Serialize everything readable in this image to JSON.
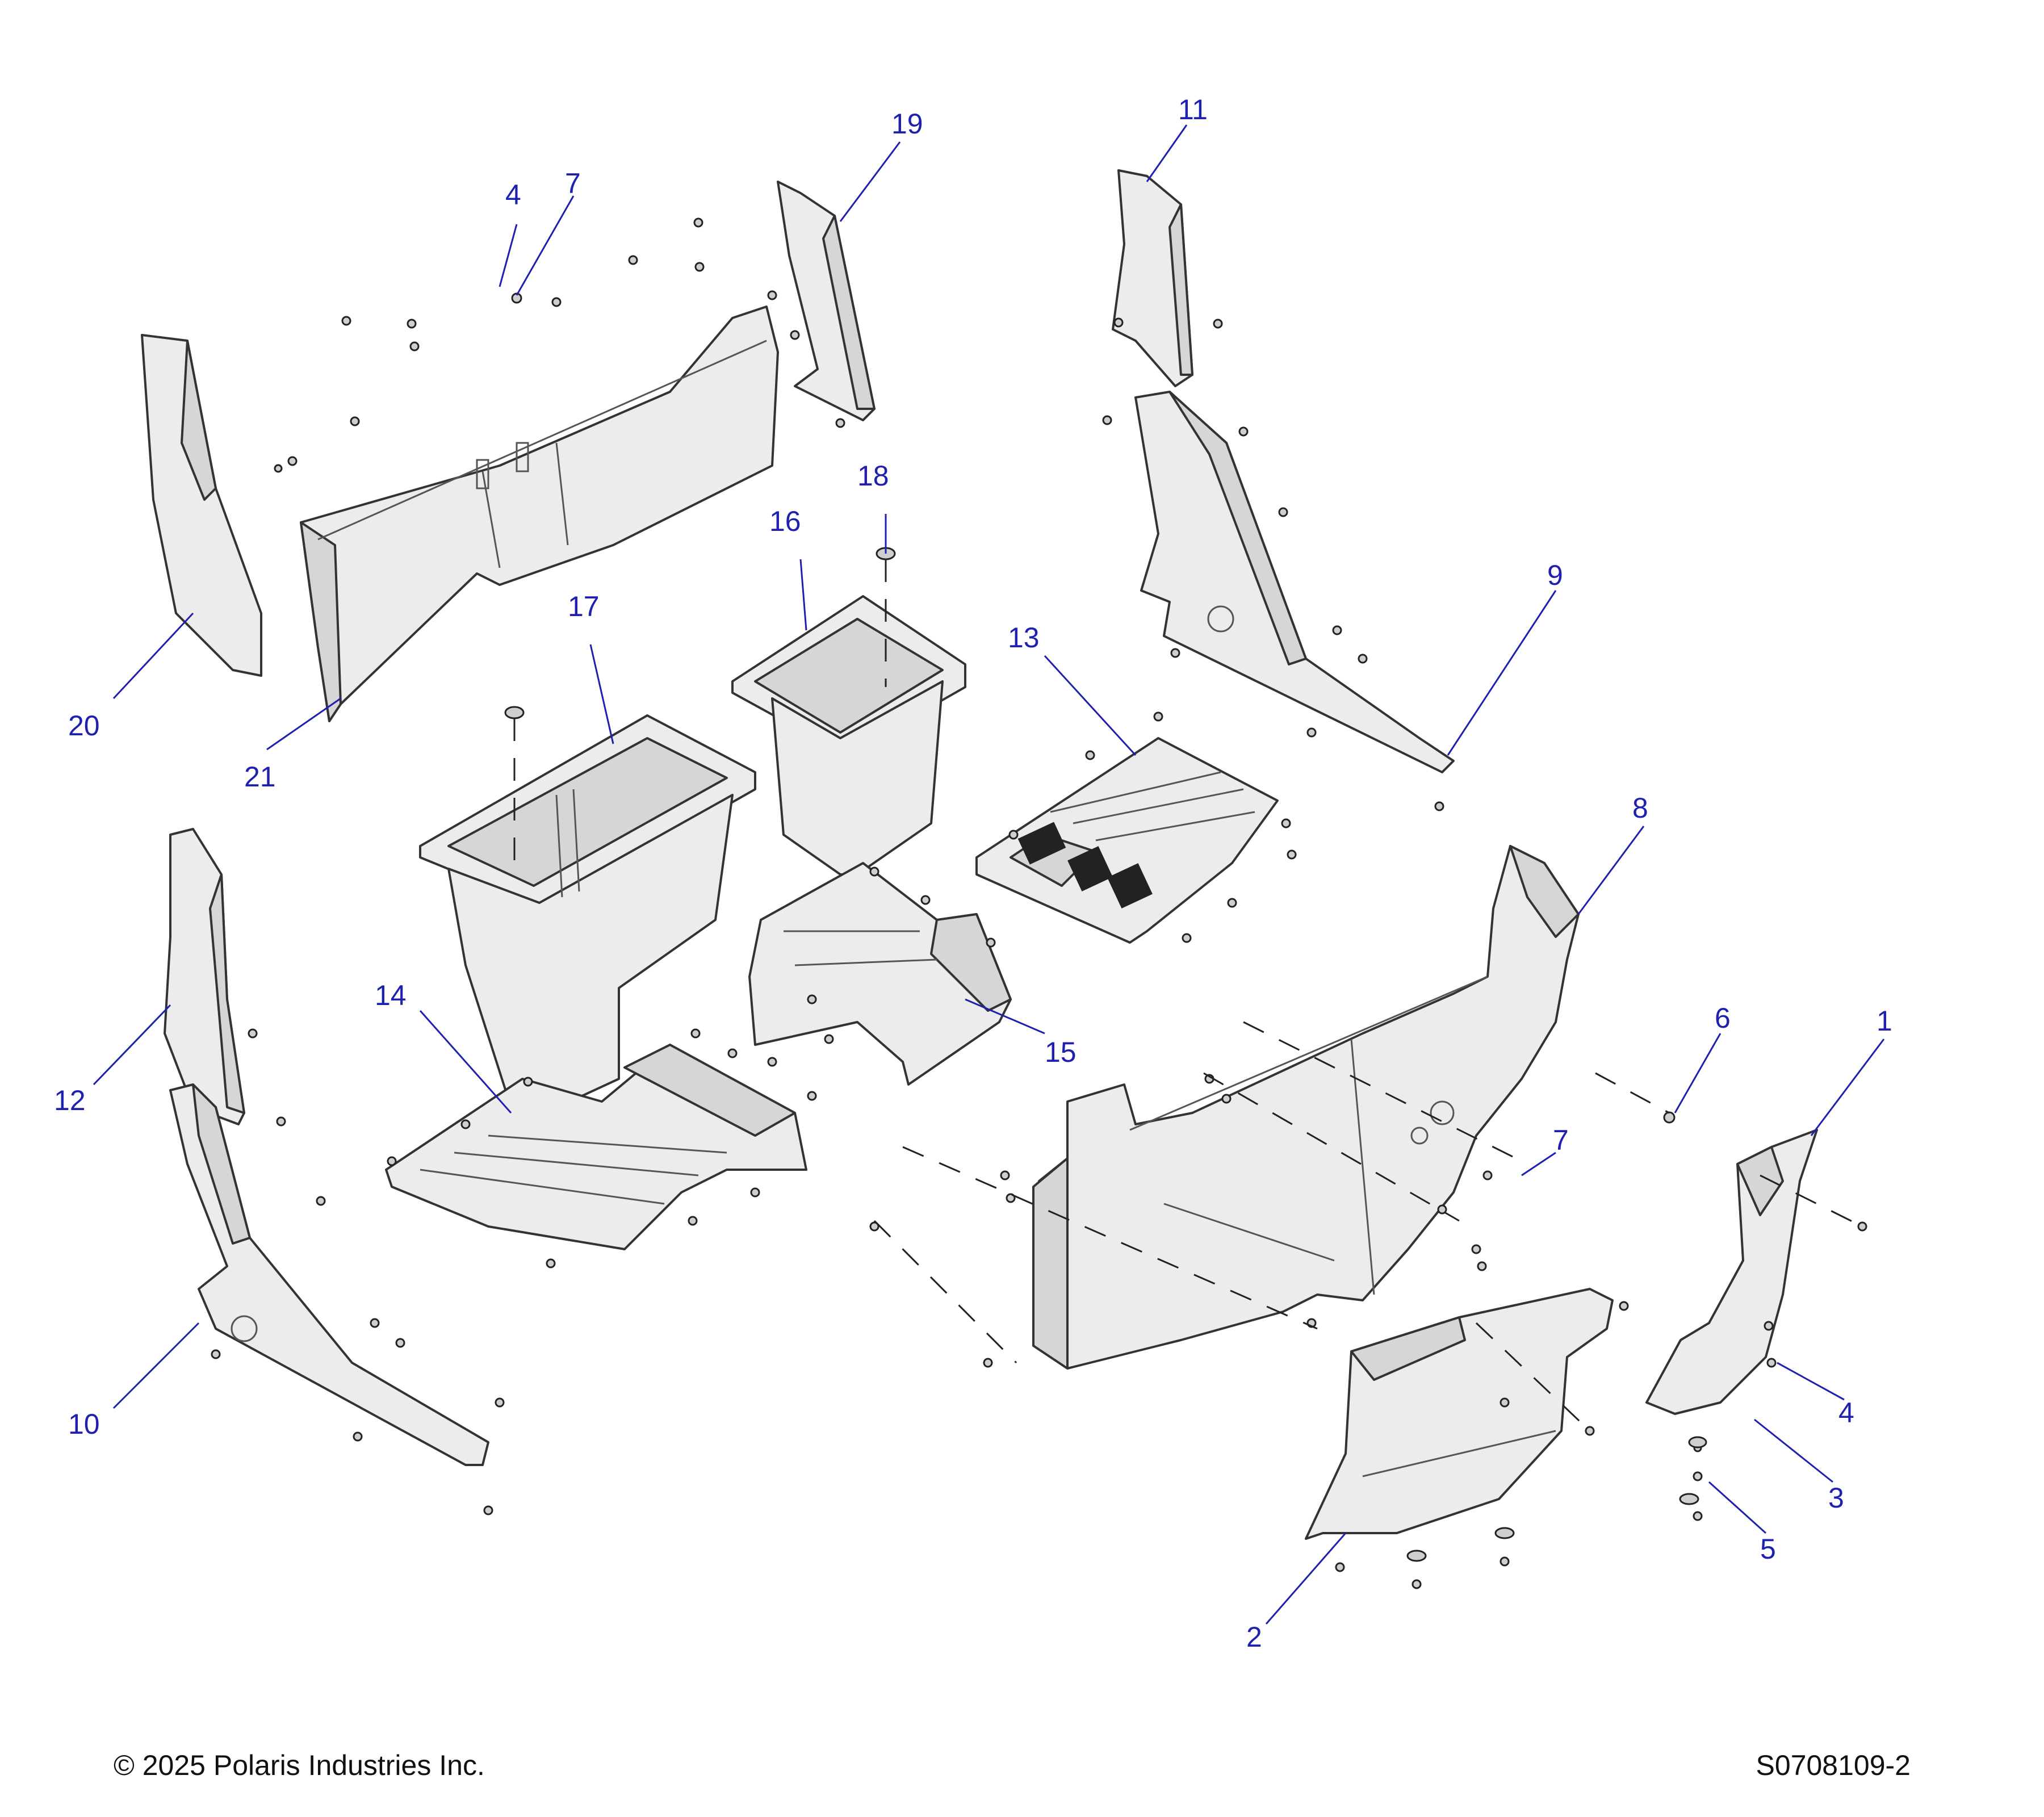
{
  "callouts": {
    "c1": "1",
    "c2": "2",
    "c3": "3",
    "c4a": "4",
    "c4b": "4",
    "c5": "5",
    "c6": "6",
    "c7a": "7",
    "c7b": "7",
    "c8": "8",
    "c9": "9",
    "c10": "10",
    "c11": "11",
    "c12": "12",
    "c13": "13",
    "c14": "14",
    "c15": "15",
    "c16": "16",
    "c17": "17",
    "c18": "18",
    "c19": "19",
    "c20": "20",
    "c21": "21"
  },
  "colors": {
    "callout": "#1f1fb0",
    "part_fill": "#ececec",
    "outline": "#333333"
  },
  "footer": {
    "copyright": "© 2025 Polaris Industries Inc.",
    "drawing_id": "S0708109-2"
  }
}
